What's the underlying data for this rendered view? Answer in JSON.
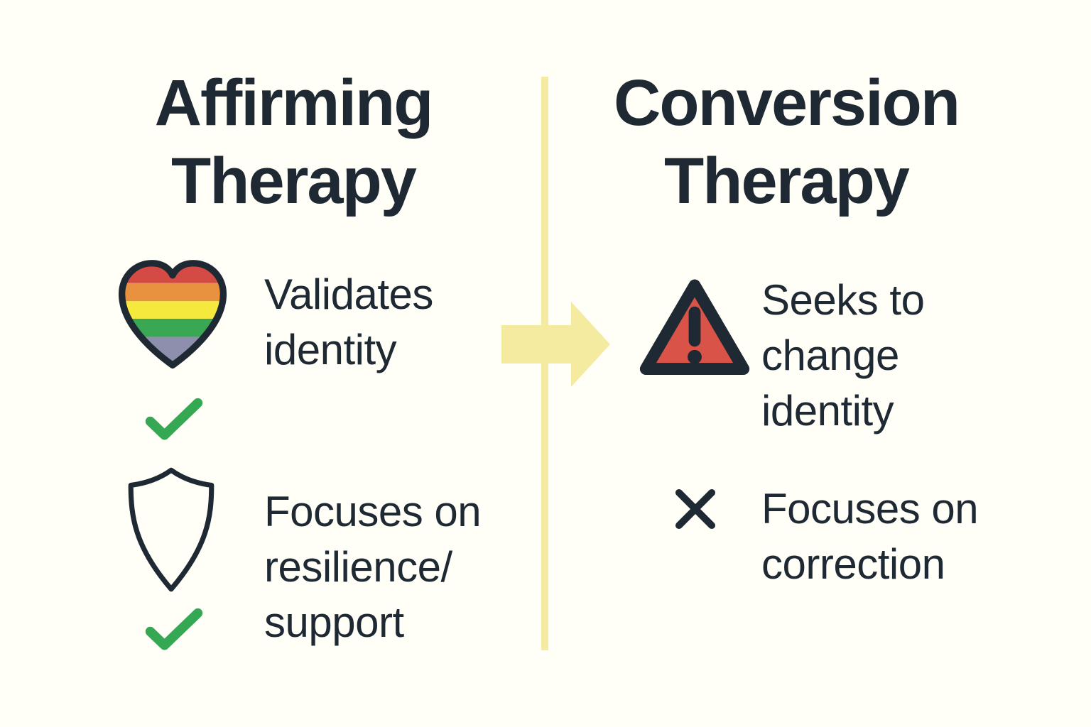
{
  "left_column": {
    "title": "Affirming Therapy",
    "items": [
      {
        "icon": "rainbow-heart-icon",
        "lines": [
          "Validates",
          "identity"
        ],
        "marker": "green-checkmark"
      },
      {
        "icon": "shield-icon",
        "lines": [
          "Focuses on",
          "resilience/",
          "support"
        ],
        "marker": "green-checkmark"
      }
    ]
  },
  "right_column": {
    "title": "Conversion Therapy",
    "items": [
      {
        "icon": "warning-triangle-icon",
        "lines": [
          "Seeks to",
          "change",
          "identity"
        ]
      },
      {
        "icon": "x-mark-icon",
        "lines": [
          "Focuses on",
          "correction"
        ]
      }
    ]
  },
  "divider": {
    "style": "vertical-line-with-right-arrow"
  },
  "colors": {
    "background": "#FFFEF7",
    "text": "#1F2933",
    "check_green": "#34A853",
    "divider_yellow": "#F4EBA1",
    "warning_red": "#D95348",
    "heart_stripe_red": "#D34B44",
    "heart_stripe_orange": "#E8913F",
    "heart_stripe_yellow": "#F5E93D",
    "heart_stripe_green": "#3AA755",
    "heart_stripe_purple": "#8E8FAD",
    "icon_outline": "#1F2933"
  }
}
